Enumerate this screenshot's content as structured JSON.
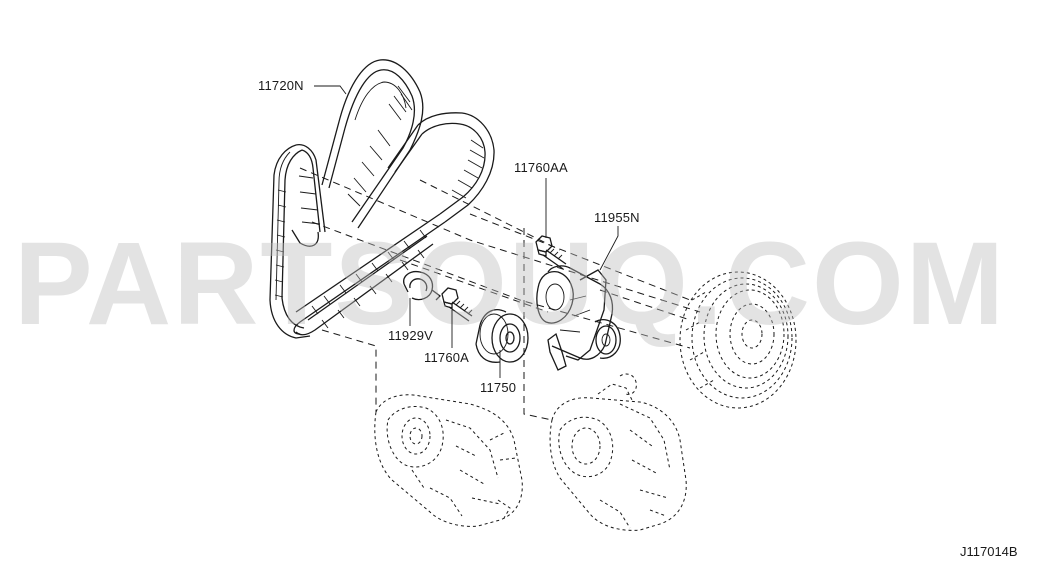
{
  "watermark": "PARTSOUQ.COM",
  "figure_code": "J117014B",
  "parts": [
    {
      "id": "belt-a",
      "label": "11720N"
    },
    {
      "id": "bolt-aa",
      "label": "11760AA"
    },
    {
      "id": "tensioner",
      "label": "11955N"
    },
    {
      "id": "clip",
      "label": "11929V"
    },
    {
      "id": "bolt-a",
      "label": "11760A"
    },
    {
      "id": "idler",
      "label": "11750"
    }
  ],
  "colors": {
    "ink": "#1a1a1a",
    "watermark": "#bdbdbd",
    "background": "#ffffff"
  }
}
